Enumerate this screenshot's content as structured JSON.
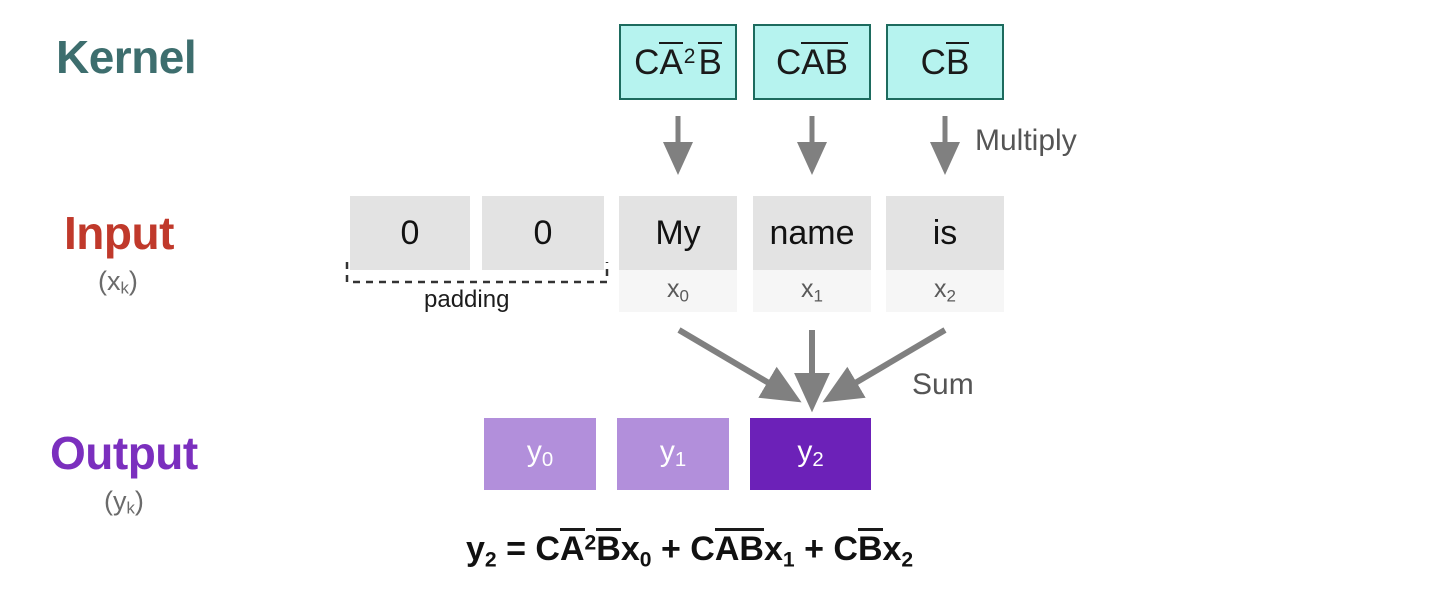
{
  "rows": {
    "kernel": {
      "label": "Kernel",
      "color": "#3d6e6e"
    },
    "input": {
      "label": "Input",
      "sub_open": "(x",
      "sub_k": "k",
      "sub_close": ")",
      "color": "#c0392b"
    },
    "output": {
      "label": "Output",
      "sub_open": "(y",
      "sub_k": "k",
      "sub_close": ")",
      "color": "#7b2fbe"
    }
  },
  "kernel_boxes": [
    {
      "name": "kernel-term-0",
      "c": "C",
      "a": "A",
      "a_exp": "2",
      "b": "B",
      "text": "CA̅2B̅"
    },
    {
      "name": "kernel-term-1",
      "c": "C",
      "a": "A",
      "a_exp": "",
      "b": "B",
      "text": "CA̅B̅"
    },
    {
      "name": "kernel-term-2",
      "c": "C",
      "a": "",
      "a_exp": "",
      "b": "B",
      "text": "CB̅"
    }
  ],
  "input_padding": [
    {
      "word": "0"
    },
    {
      "word": "0"
    }
  ],
  "input_tokens": [
    {
      "word": "My",
      "sym": "x",
      "idx": "0"
    },
    {
      "word": "name",
      "sym": "x",
      "idx": "1"
    },
    {
      "word": "is",
      "sym": "x",
      "idx": "2"
    }
  ],
  "padding_label": "padding",
  "output_boxes": [
    {
      "sym": "y",
      "idx": "0",
      "color": "#b28fdb",
      "highlighted": false
    },
    {
      "sym": "y",
      "idx": "1",
      "color": "#b28fdb",
      "highlighted": false
    },
    {
      "sym": "y",
      "idx": "2",
      "color": "#6c21b8",
      "highlighted": true
    }
  ],
  "annotations": {
    "multiply": "Multiply",
    "sum": "Sum",
    "arrow_color": "#808080"
  },
  "equation": {
    "lhs_sym": "y",
    "lhs_idx": "2",
    "eq": "=",
    "plus": "+",
    "term1": {
      "c": "C",
      "a": "A",
      "exp": "2",
      "b": "B",
      "x": "x",
      "idx": "0"
    },
    "term2": {
      "c": "C",
      "a": "A",
      "exp": "",
      "b": "B",
      "x": "x",
      "idx": "1"
    },
    "term3": {
      "c": "C",
      "a": "",
      "exp": "",
      "b": "B",
      "x": "x",
      "idx": "2"
    },
    "full_text": "y₂ = CA̅²B̅x₀ + CA̅B̅x₁ + CB̅x₂"
  }
}
